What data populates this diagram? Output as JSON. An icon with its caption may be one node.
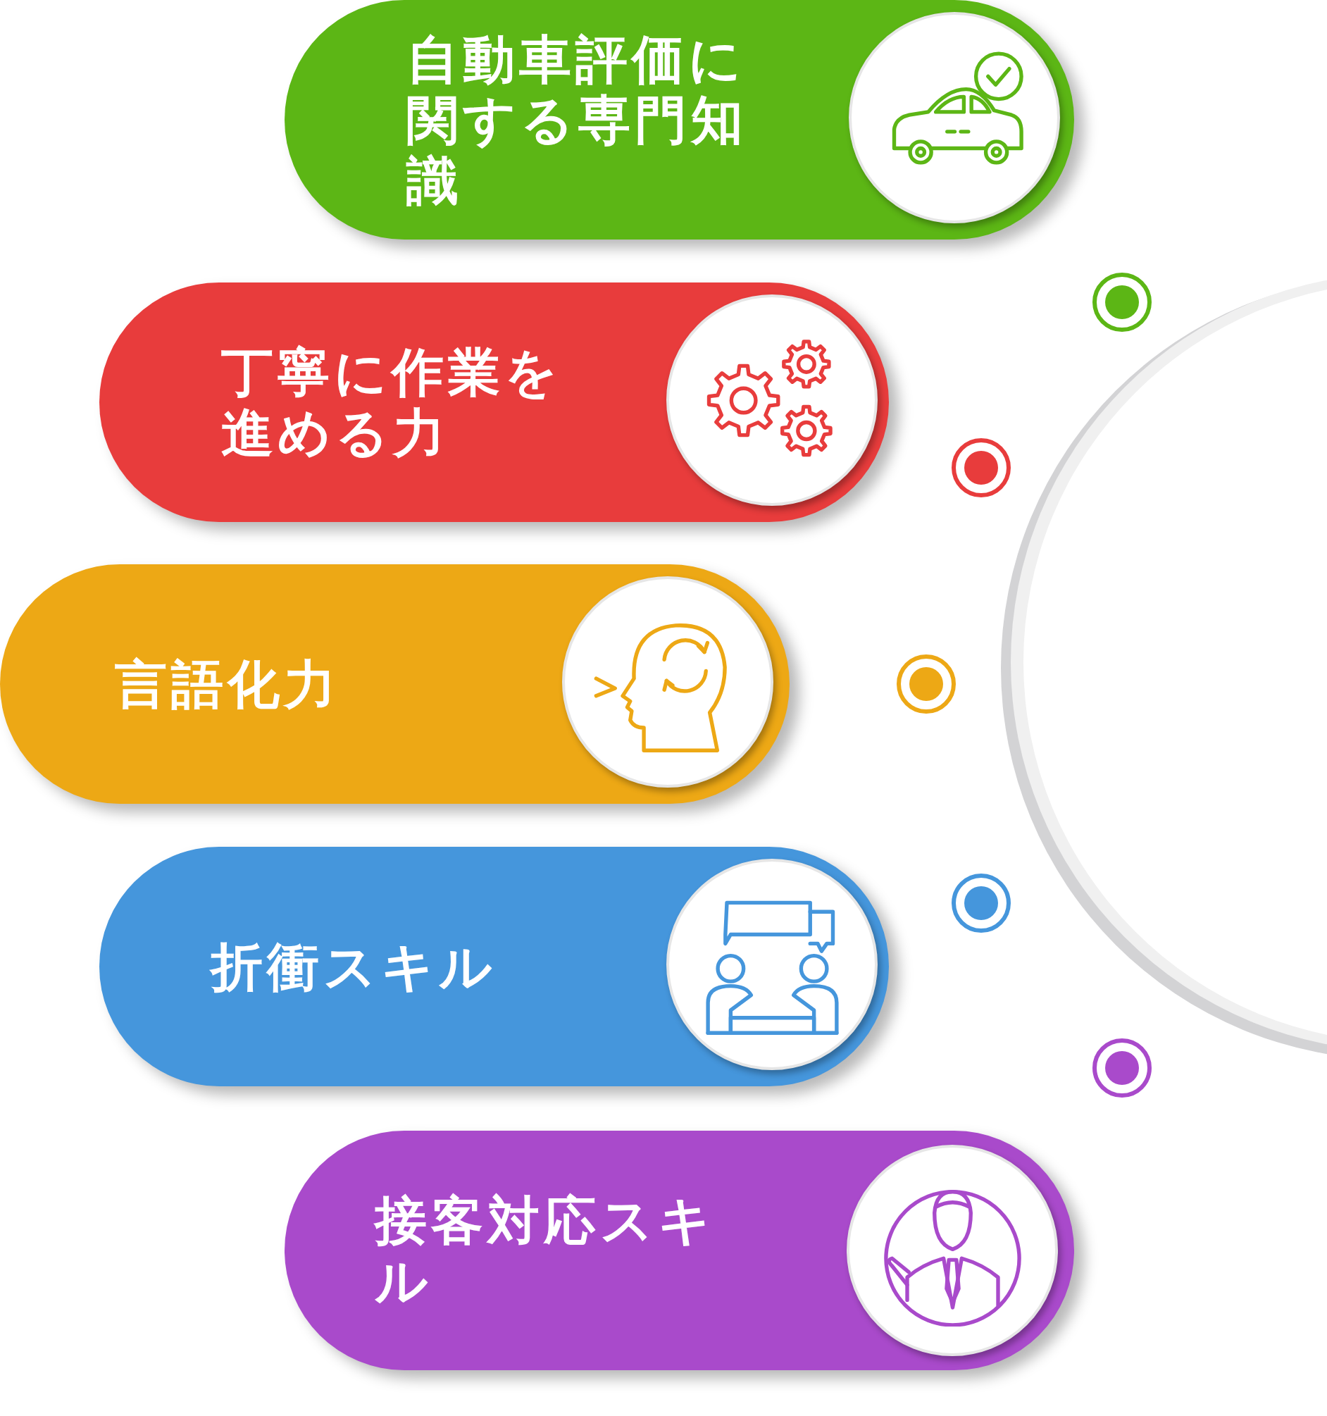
{
  "diagram": {
    "nodes": [
      {
        "text": [
          "自動車評価に関する専門知識"
        ]
      },
      {
        "text": [
          "丁寧に作業を進める力"
        ]
      },
      {
        "text": [
          "言語化力"
        ]
      },
      {
        "text": [
          "折衝スキル"
        ]
      },
      {
        "text": [
          "接客対応スキル"
        ]
      }
    ]
  }
}
